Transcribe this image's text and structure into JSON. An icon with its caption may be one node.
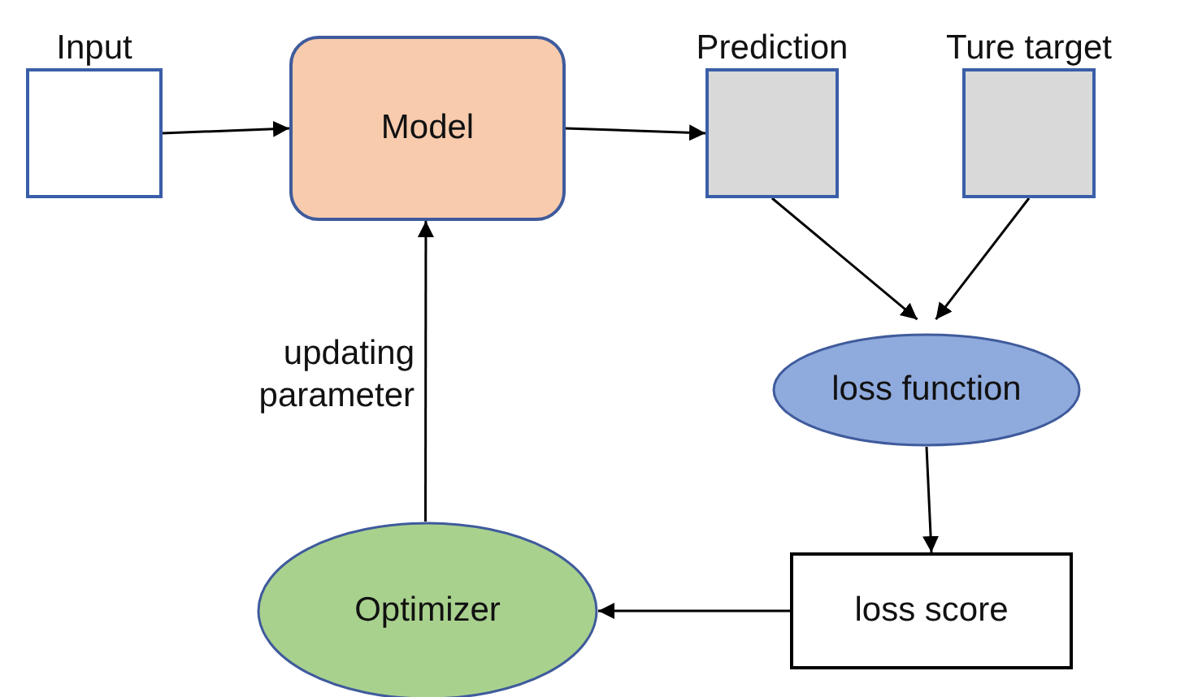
{
  "diagram": {
    "nodes": [
      {
        "text": [
          "Input"
        ]
      },
      {
        "text": [
          "Model"
        ]
      },
      {
        "text": [
          "Prediction"
        ]
      },
      {
        "text": [
          "Ture target"
        ]
      },
      {
        "text": [
          "loss function"
        ]
      },
      {
        "text": [
          "loss score"
        ]
      },
      {
        "text": [
          "Optimizer"
        ]
      }
    ],
    "edges": [
      {
        "from": 0,
        "to": 1,
        "arrow": "to"
      },
      {
        "from": 1,
        "to": 2,
        "arrow": "to"
      },
      {
        "from": 2,
        "to": 4,
        "arrow": "to"
      },
      {
        "from": 3,
        "to": 4,
        "arrow": "to"
      },
      {
        "from": 4,
        "to": 5,
        "arrow": "to"
      },
      {
        "from": 5,
        "to": 6,
        "arrow": "to"
      },
      {
        "from": 6,
        "to": 1,
        "arrow": "to",
        "label": "updating parameter"
      }
    ]
  }
}
